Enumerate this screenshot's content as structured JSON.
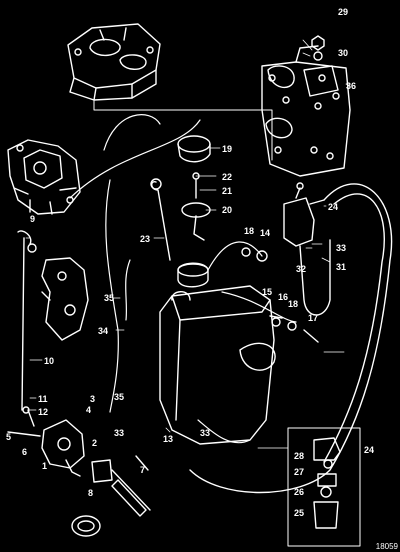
{
  "diagram": {
    "reference_number": "18059",
    "callouts": {
      "c1": "1",
      "c2": "2",
      "c3": "3",
      "c4": "4",
      "c5": "5",
      "c6": "6",
      "c7": "7",
      "c8": "8",
      "c9": "9",
      "c10": "10",
      "c11": "11",
      "c12": "12",
      "c13": "13",
      "c14": "14",
      "c15": "15",
      "c16": "16",
      "c17": "17",
      "c18": "18",
      "c19": "19",
      "c20": "20",
      "c21": "21",
      "c22": "22",
      "c23": "23",
      "c24": "24",
      "c25": "25",
      "c26": "26",
      "c27": "27",
      "c28": "28",
      "c29": "29",
      "c30": "30",
      "c31": "31",
      "c32": "32",
      "c33": "33",
      "c34": "34",
      "c35": "35",
      "c36": "36"
    }
  },
  "colors": {
    "background": "#000000",
    "line": "#ffffff"
  }
}
